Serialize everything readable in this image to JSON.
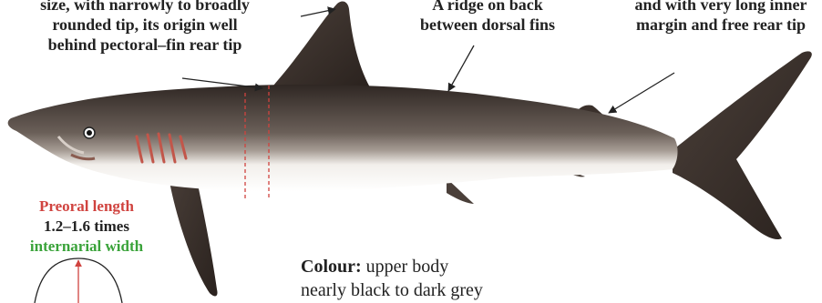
{
  "annotations": {
    "first_dorsal_fin": {
      "lines": [
        "size, with narrowly to broadly",
        "rounded tip, its origin well",
        "behind pectoral–fin rear tip"
      ]
    },
    "ridge": {
      "lines": [
        "A ridge on back",
        "between dorsal fins"
      ]
    },
    "second_dorsal_fin": {
      "lines": [
        "and with very long inner",
        "margin and free rear tip"
      ]
    },
    "preoral": {
      "title": "Preoral length",
      "middle": "1.2–1.6 times",
      "bottom": "internarial width"
    },
    "colour": {
      "label": "Colour:",
      "line1": "upper body",
      "line2": "nearly black to dark grey"
    }
  },
  "colors": {
    "shark_dark": "#3e3430",
    "shark_mid": "#8a7f78",
    "belly": "#f3f0ec",
    "gill_slits": "#c2564a",
    "preoral_red": "#d0433f",
    "internarial_green": "#3aa33a",
    "text": "#222222"
  }
}
